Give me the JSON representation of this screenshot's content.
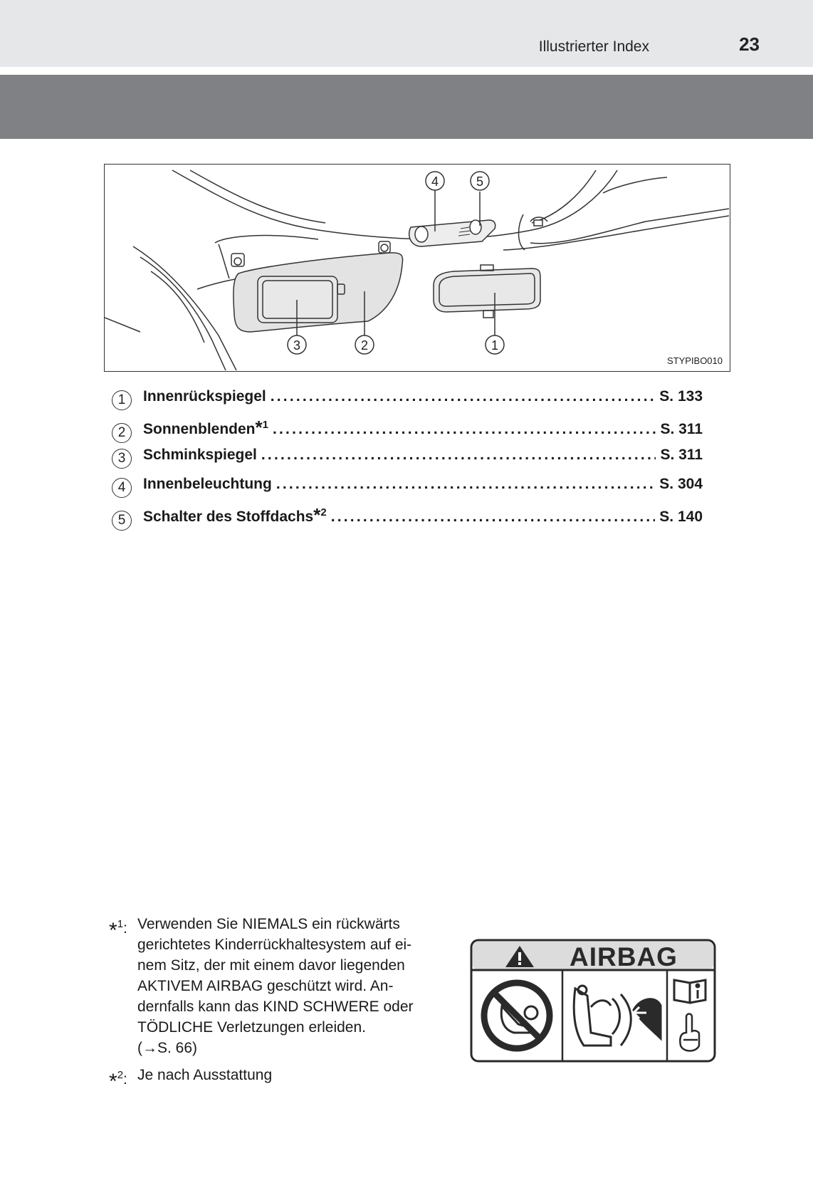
{
  "header": {
    "section_title": "Illustrierter Index",
    "page_number": "23"
  },
  "figure": {
    "code": "STYPIBO010",
    "callouts": [
      "1",
      "2",
      "3",
      "4",
      "5"
    ]
  },
  "index_items": [
    {
      "num": "1",
      "label": "Innenrückspiegel",
      "star": "",
      "sup": "",
      "page": "S. 133"
    },
    {
      "num": "2",
      "label": "Sonnenblenden",
      "star": "*",
      "sup": "1",
      "page": "S. 311"
    },
    {
      "num": "3",
      "label": "Schminkspiegel",
      "star": "",
      "sup": "",
      "page": "S. 311"
    },
    {
      "num": "4",
      "label": "Innenbeleuchtung",
      "star": "",
      "sup": "",
      "page": "S. 304"
    },
    {
      "num": "5",
      "label": "Schalter des Stoffdachs",
      "star": "*",
      "sup": "2",
      "page": "S. 140"
    }
  ],
  "footnotes": {
    "fn1": {
      "star": "*",
      "sup": "1",
      "suffix": ":",
      "lines": [
        "Verwenden Sie NIEMALS ein rückwärts",
        "gerichtetes Kinderrückhaltesystem auf ei-",
        "nem Sitz, der mit einem davor liegenden",
        "AKTIVEM AIRBAG geschützt wird. An-",
        "dernfalls kann das KIND SCHWERE oder",
        "TÖDLICHE Verletzungen erleiden.",
        "(→S. 66)"
      ]
    },
    "fn2": {
      "star": "*",
      "sup": "2",
      "suffix": ":",
      "text": "Je nach Ausstattung"
    }
  },
  "airbag_label": {
    "word": "AIRBAG",
    "icons": [
      "warning-triangle-icon",
      "no-rear-facing-child-seat-icon",
      "child-seat-airbag-deploy-icon",
      "read-manual-icon",
      "pointing-finger-icon"
    ]
  }
}
